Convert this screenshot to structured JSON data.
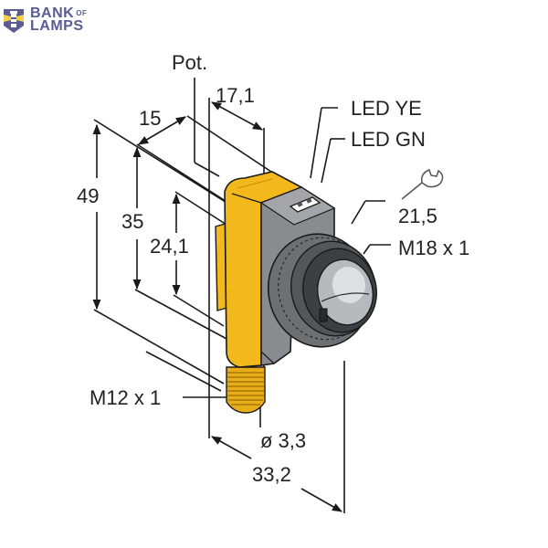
{
  "logo": {
    "line1": "BANK",
    "of": "OF",
    "line2": "LAMPS",
    "color": "#5a5c93",
    "accent": "#f2d24a"
  },
  "labels": {
    "pot": "Pot.",
    "led_ye": "LED YE",
    "led_gn": "LED GN",
    "wrench_size": "21,5",
    "thread_front": "M18 x 1",
    "thread_connector": "M12 x 1",
    "mount_hole": "ø 3,3"
  },
  "dimensions": {
    "height_total": "49",
    "height_body": "35",
    "height_inner": "24,1",
    "depth": "15",
    "width": "17,1",
    "length": "33,2"
  },
  "colors": {
    "housing_yellow": "#f3b81c",
    "housing_gray": "#8a8b8f",
    "lens_ring": "#4a4b4f",
    "line": "#1a1a1a"
  }
}
